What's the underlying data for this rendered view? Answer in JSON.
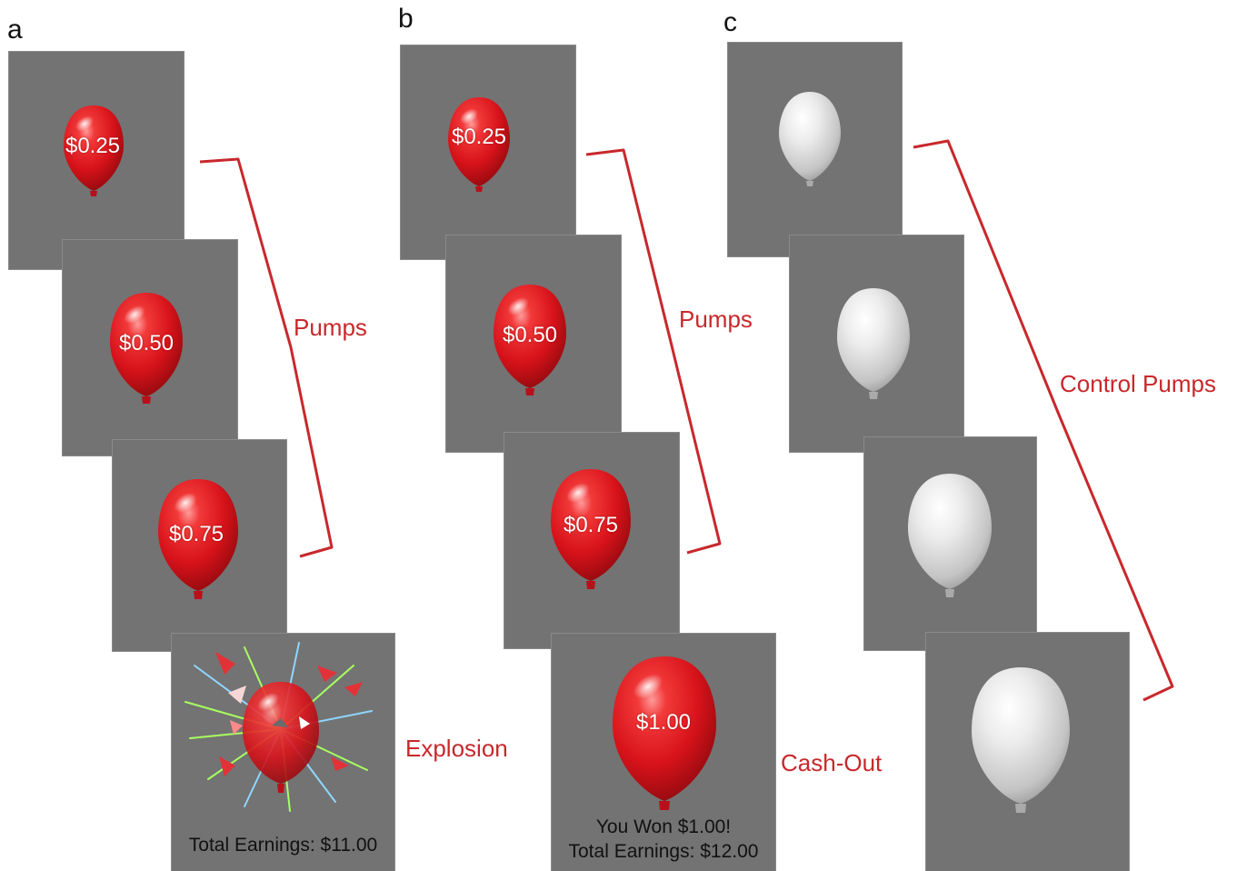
{
  "colors": {
    "frame_bg": "#737373",
    "red_balloon": "#e1141c",
    "control_balloon": "#e6e6e6",
    "annotation": "#c8282c"
  },
  "panels": [
    {
      "letter": "a",
      "frames": [
        {
          "label": "$0.25",
          "balloon": "red"
        },
        {
          "label": "$0.50",
          "balloon": "red"
        },
        {
          "label": "$0.75",
          "balloon": "red"
        },
        {
          "balloon": "exploded",
          "caption_lines": [
            "Total Earnings: $11.00"
          ]
        }
      ],
      "bracket_label": "Pumps",
      "outcome_label": "Explosion"
    },
    {
      "letter": "b",
      "frames": [
        {
          "label": "$0.25",
          "balloon": "red"
        },
        {
          "label": "$0.50",
          "balloon": "red"
        },
        {
          "label": "$0.75",
          "balloon": "red"
        },
        {
          "label": "$1.00",
          "balloon": "red",
          "caption_lines": [
            "You Won $1.00!",
            "Total Earnings: $12.00"
          ]
        }
      ],
      "bracket_label": "Pumps",
      "outcome_label": "Cash-Out"
    },
    {
      "letter": "c",
      "frames": [
        {
          "balloon": "white"
        },
        {
          "balloon": "white"
        },
        {
          "balloon": "white"
        },
        {
          "balloon": "white"
        }
      ],
      "bracket_label": "Control Pumps"
    }
  ]
}
